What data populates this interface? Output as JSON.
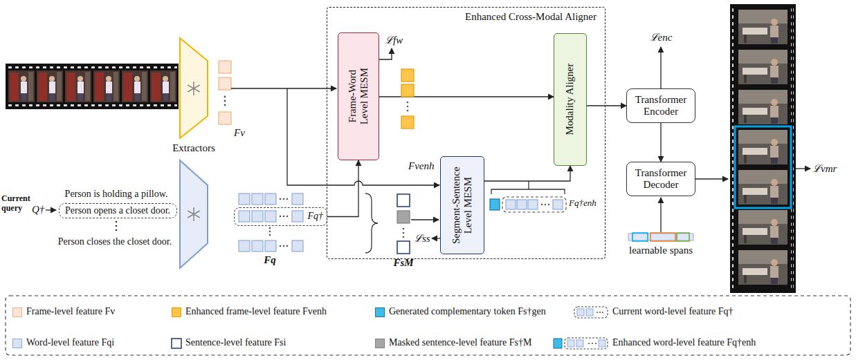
{
  "diagram": {
    "nodes": [
      {
        "text": [
          "Enhanced Cross-Modal Aligner"
        ]
      },
      {
        "text": [
          "Frame-Word Level MESM"
        ],
        "in": 0
      },
      {
        "text": [
          "Segment-Sentence Level MESM"
        ],
        "in": 0
      },
      {
        "text": [
          "Modality Aligner"
        ],
        "in": 0
      },
      {
        "text": [
          "Transformer Encoder"
        ]
      },
      {
        "text": [
          "Transformer Decoder"
        ]
      },
      {
        "text": [
          "Person opens a closet door."
        ]
      },
      {
        "text": [
          "Fq†"
        ]
      }
    ],
    "edges": [
      {
        "from": 7,
        "to": 1,
        "arrow": "to"
      },
      {
        "from": 1,
        "to": 3,
        "arrow": "to"
      },
      {
        "from": 2,
        "to": 3,
        "arrow": "to"
      },
      {
        "from": 3,
        "to": 4,
        "arrow": "to"
      },
      {
        "from": 4,
        "to": 5,
        "arrow": "to"
      }
    ],
    "labels": [
      "ℒfw",
      "ℒenc",
      "ℒss",
      "ℒvmr",
      "Fv",
      "Fvenh",
      "Extractors",
      "Current query",
      "Q†",
      "Person is holding a pillow.",
      "Person closes the closet door.",
      "Fq",
      "FsM",
      "Fq†enh",
      "learnable spans"
    ],
    "legend": [
      {
        "text": "Frame-level feature Fv",
        "color": "#fbe5d6"
      },
      {
        "text": "Enhanced frame-level feature Fvenh",
        "color": "#ffc54d"
      },
      {
        "text": "Generated complementary token Fs†gen",
        "color": "#3fbbe8"
      },
      {
        "text": "Current word-level feature Fq†"
      },
      {
        "text": "Word-level feature Fqi",
        "color": "#dae3f3"
      },
      {
        "text": "Sentence-level feature Fsi"
      },
      {
        "text": "Masked sentence-level feature Fs†M",
        "color": "#a5a5a5"
      },
      {
        "text": "Enhanced word-level feature Fq†enh"
      }
    ]
  }
}
